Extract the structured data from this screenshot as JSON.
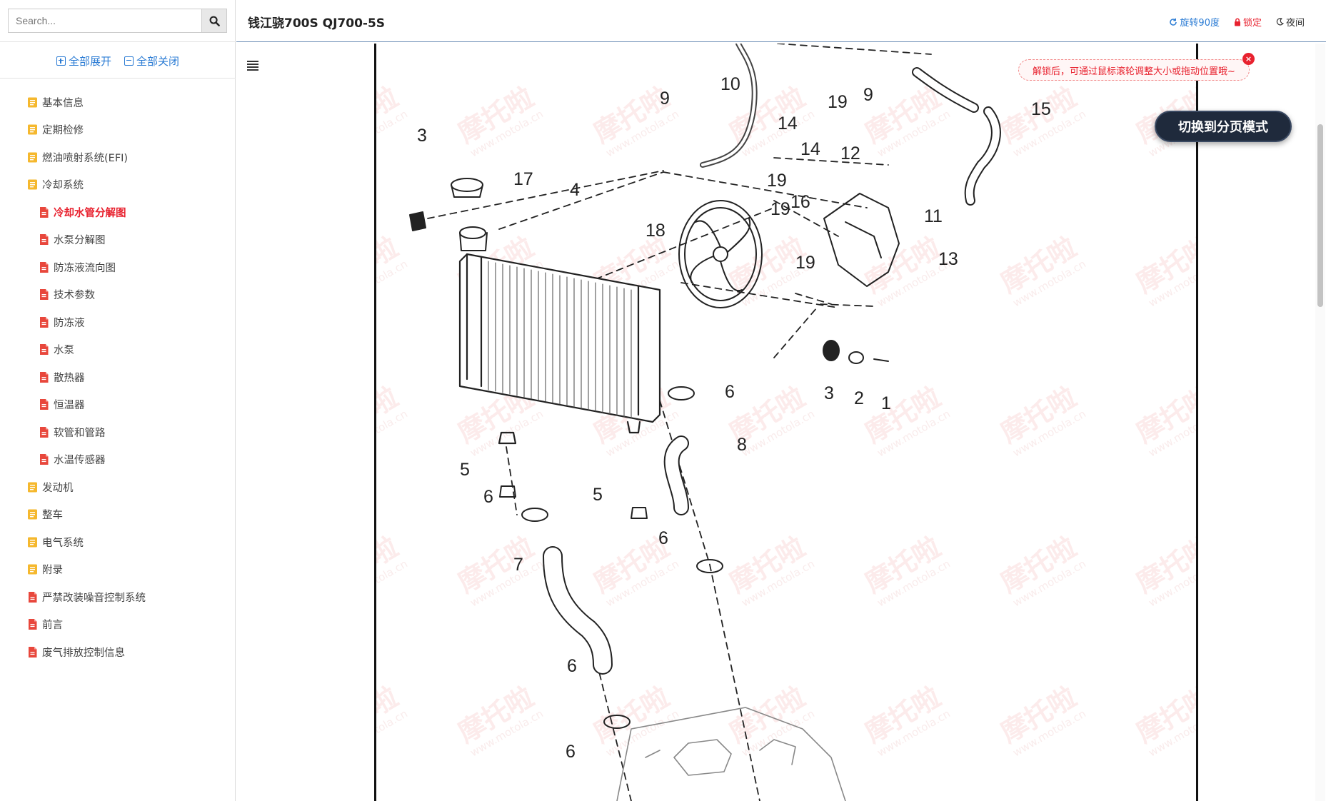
{
  "search": {
    "placeholder": "Search..."
  },
  "expand_controls": {
    "expand_all": "全部展开",
    "collapse_all": "全部关闭"
  },
  "tree": [
    {
      "label": "基本信息",
      "level": 0,
      "icon": "folder-list-icon"
    },
    {
      "label": "定期检修",
      "level": 0,
      "icon": "folder-list-icon"
    },
    {
      "label": "燃油喷射系统(EFI)",
      "level": 0,
      "icon": "folder-list-icon"
    },
    {
      "label": "冷却系统",
      "level": 0,
      "icon": "folder-list-icon"
    },
    {
      "label": "冷却水管分解图",
      "level": 1,
      "icon": "document-icon",
      "active": true
    },
    {
      "label": "水泵分解图",
      "level": 1,
      "icon": "document-icon"
    },
    {
      "label": "防冻液流向图",
      "level": 1,
      "icon": "document-icon"
    },
    {
      "label": "技术参数",
      "level": 1,
      "icon": "document-icon"
    },
    {
      "label": "防冻液",
      "level": 1,
      "icon": "document-icon"
    },
    {
      "label": "水泵",
      "level": 1,
      "icon": "document-icon"
    },
    {
      "label": "散热器",
      "level": 1,
      "icon": "document-icon"
    },
    {
      "label": "恒温器",
      "level": 1,
      "icon": "document-icon"
    },
    {
      "label": "软管和管路",
      "level": 1,
      "icon": "document-icon"
    },
    {
      "label": "水温传感器",
      "level": 1,
      "icon": "document-icon"
    },
    {
      "label": "发动机",
      "level": 0,
      "icon": "folder-list-icon"
    },
    {
      "label": "整车",
      "level": 0,
      "icon": "folder-list-icon"
    },
    {
      "label": "电气系统",
      "level": 0,
      "icon": "folder-list-icon"
    },
    {
      "label": "附录",
      "level": 0,
      "icon": "folder-list-icon"
    },
    {
      "label": "严禁改装噪音控制系统",
      "level": 0,
      "icon": "document-icon"
    },
    {
      "label": "前言",
      "level": 0,
      "icon": "document-icon"
    },
    {
      "label": "废气排放控制信息",
      "level": 0,
      "icon": "document-icon"
    }
  ],
  "header": {
    "title": "钱江骁700S QJ700-5S",
    "rotate_label": "旋转90度",
    "lock_label": "锁定",
    "night_label": "夜间"
  },
  "tooltip": {
    "text": "解锁后，可通过鼠标滚轮调整大小或拖动位置哦~",
    "close": "×"
  },
  "page_mode_button": "切换到分页模式",
  "watermark": {
    "brand": "摩托啦",
    "url": "www.motola.cn"
  },
  "diagram": {
    "callouts": [
      "1",
      "2",
      "3",
      "3",
      "4",
      "5",
      "5",
      "6",
      "6",
      "6",
      "6",
      "6",
      "7",
      "8",
      "9",
      "9",
      "10",
      "11",
      "12",
      "13",
      "14",
      "14",
      "15",
      "16",
      "17",
      "18",
      "19",
      "19",
      "19",
      "19"
    ]
  },
  "colors": {
    "accent": "#2a7bd4",
    "active": "#e8222f",
    "folder_icon": "#f5b82e",
    "doc_icon": "#e8473c"
  }
}
